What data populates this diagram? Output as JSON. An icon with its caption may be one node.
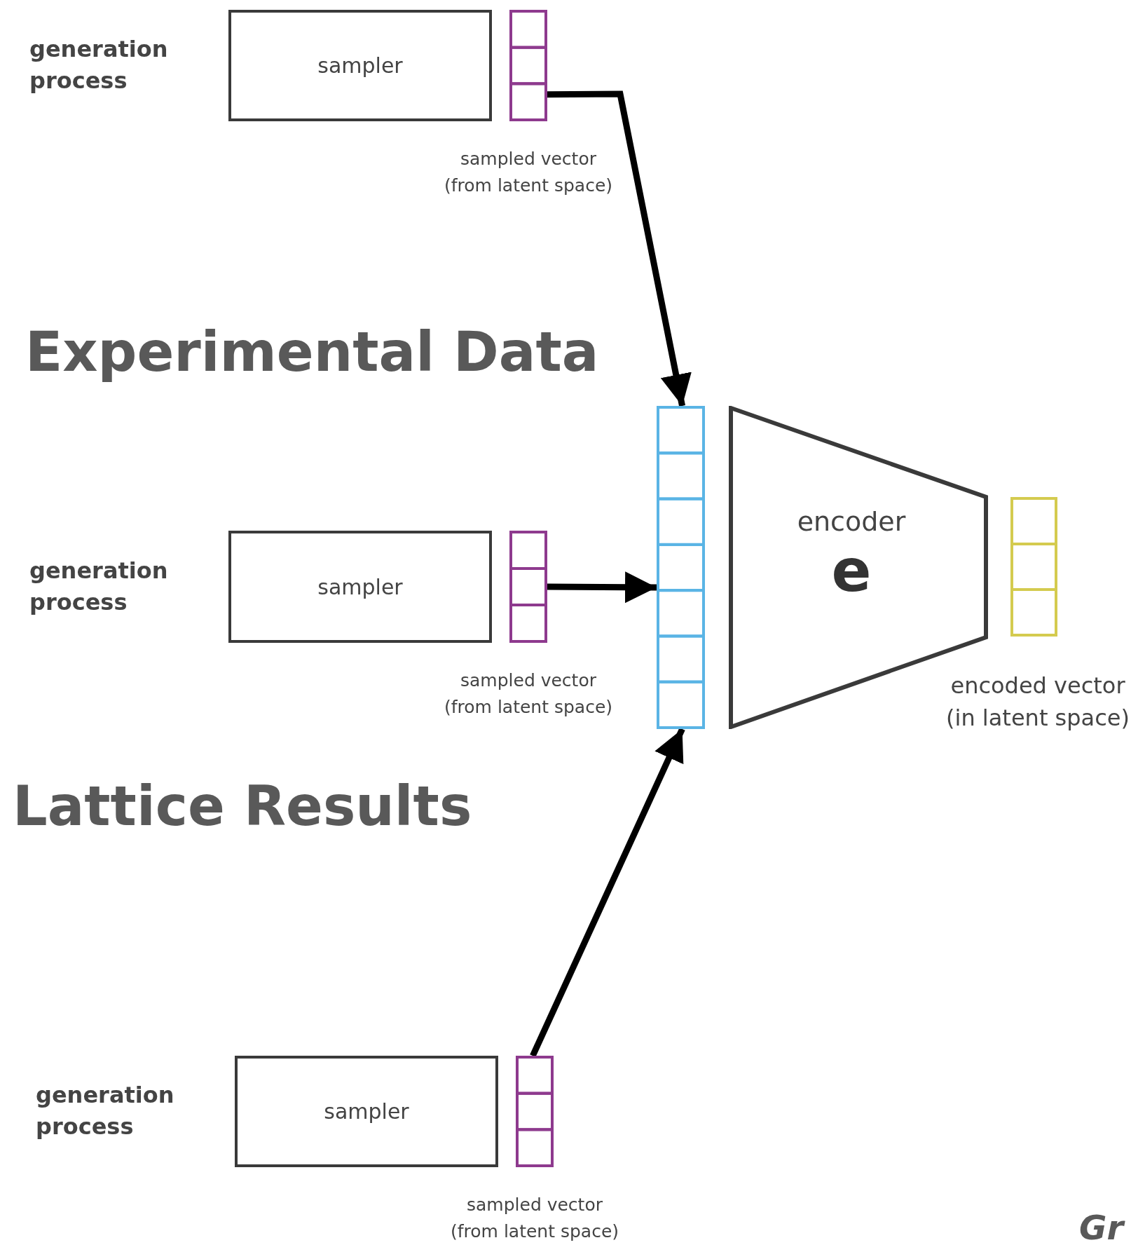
{
  "diagram": {
    "nodes": [
      {
        "text": [
          "sampler"
        ]
      },
      {
        "text": [],
        "shape": "bar",
        "beside": [
          "sampled vector (from latent space)"
        ]
      },
      {
        "text": [],
        "shape": "bar"
      },
      {
        "text": [
          "encoder",
          "e"
        ]
      },
      {
        "text": [],
        "shape": "bar"
      },
      {
        "text": [
          "sampler"
        ]
      },
      {
        "text": [],
        "shape": "bar",
        "beside": [
          "sampled vector (from latent space)"
        ]
      },
      {
        "text": [
          "sampler"
        ]
      },
      {
        "text": [],
        "shape": "bar",
        "beside": [
          "sampled vector (from latent space)"
        ]
      }
    ],
    "edges": [
      {
        "from": 1,
        "to": 2,
        "arrow": "to"
      },
      {
        "from": 6,
        "to": 2,
        "arrow": "to"
      },
      {
        "from": 8,
        "to": 2,
        "arrow": "to"
      }
    ],
    "labels": [
      "generation process",
      "Experimental Data",
      "generation process",
      "encoded vector (in latent space)",
      "Lattice Results",
      "generation process",
      "Gr"
    ]
  }
}
